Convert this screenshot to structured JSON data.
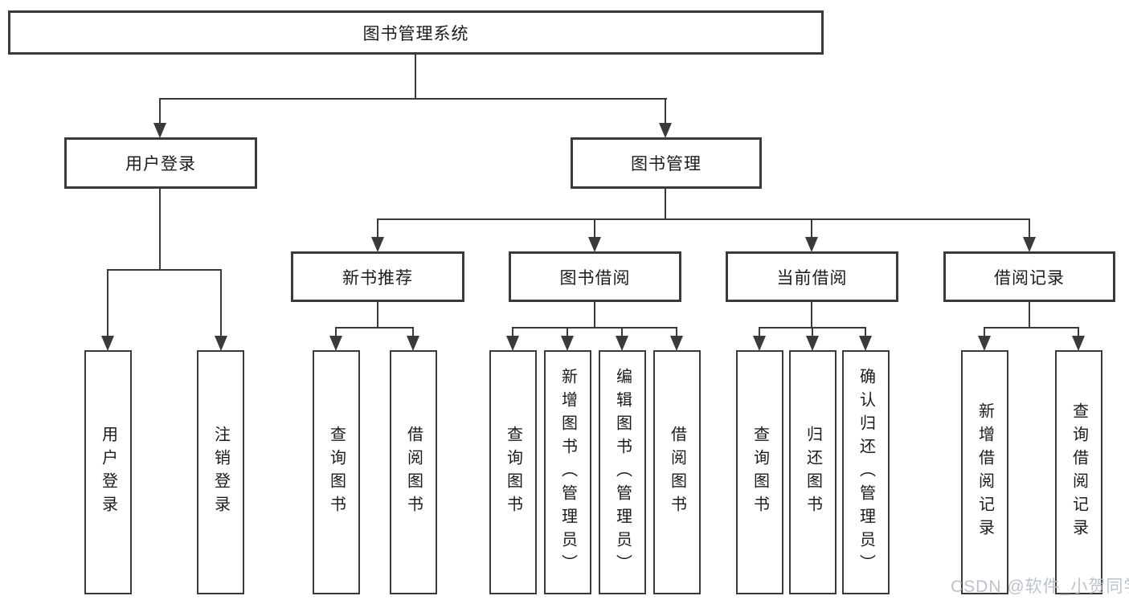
{
  "tree": {
    "root": {
      "label": "图书管理系统",
      "children": [
        {
          "label": "用户登录",
          "children": [
            {
              "label": "用户登录"
            },
            {
              "label": "注销登录"
            }
          ]
        },
        {
          "label": "图书管理",
          "children": [
            {
              "label": "新书推荐",
              "children": [
                {
                  "label": "查询图书"
                },
                {
                  "label": "借阅图书"
                }
              ]
            },
            {
              "label": "图书借阅",
              "children": [
                {
                  "label": "查询图书"
                },
                {
                  "label": "新增图书（管理员）"
                },
                {
                  "label": "编辑图书（管理员）"
                },
                {
                  "label": "借阅图书"
                }
              ]
            },
            {
              "label": "当前借阅",
              "children": [
                {
                  "label": "查询图书"
                },
                {
                  "label": "归还图书"
                },
                {
                  "label": "确认归还（管理员）"
                }
              ]
            },
            {
              "label": "借阅记录",
              "children": [
                {
                  "label": "新增借阅记录"
                },
                {
                  "label": "查询借阅记录"
                }
              ]
            }
          ]
        }
      ]
    }
  },
  "watermark": {
    "text": "CSDN @软件_小贺同学"
  },
  "colors": {
    "line": "#3a3a3a",
    "box_border": "#3a3a3a",
    "text": "#1b1b1b",
    "background": "#ffffff",
    "watermark": "#bcc2cb"
  }
}
